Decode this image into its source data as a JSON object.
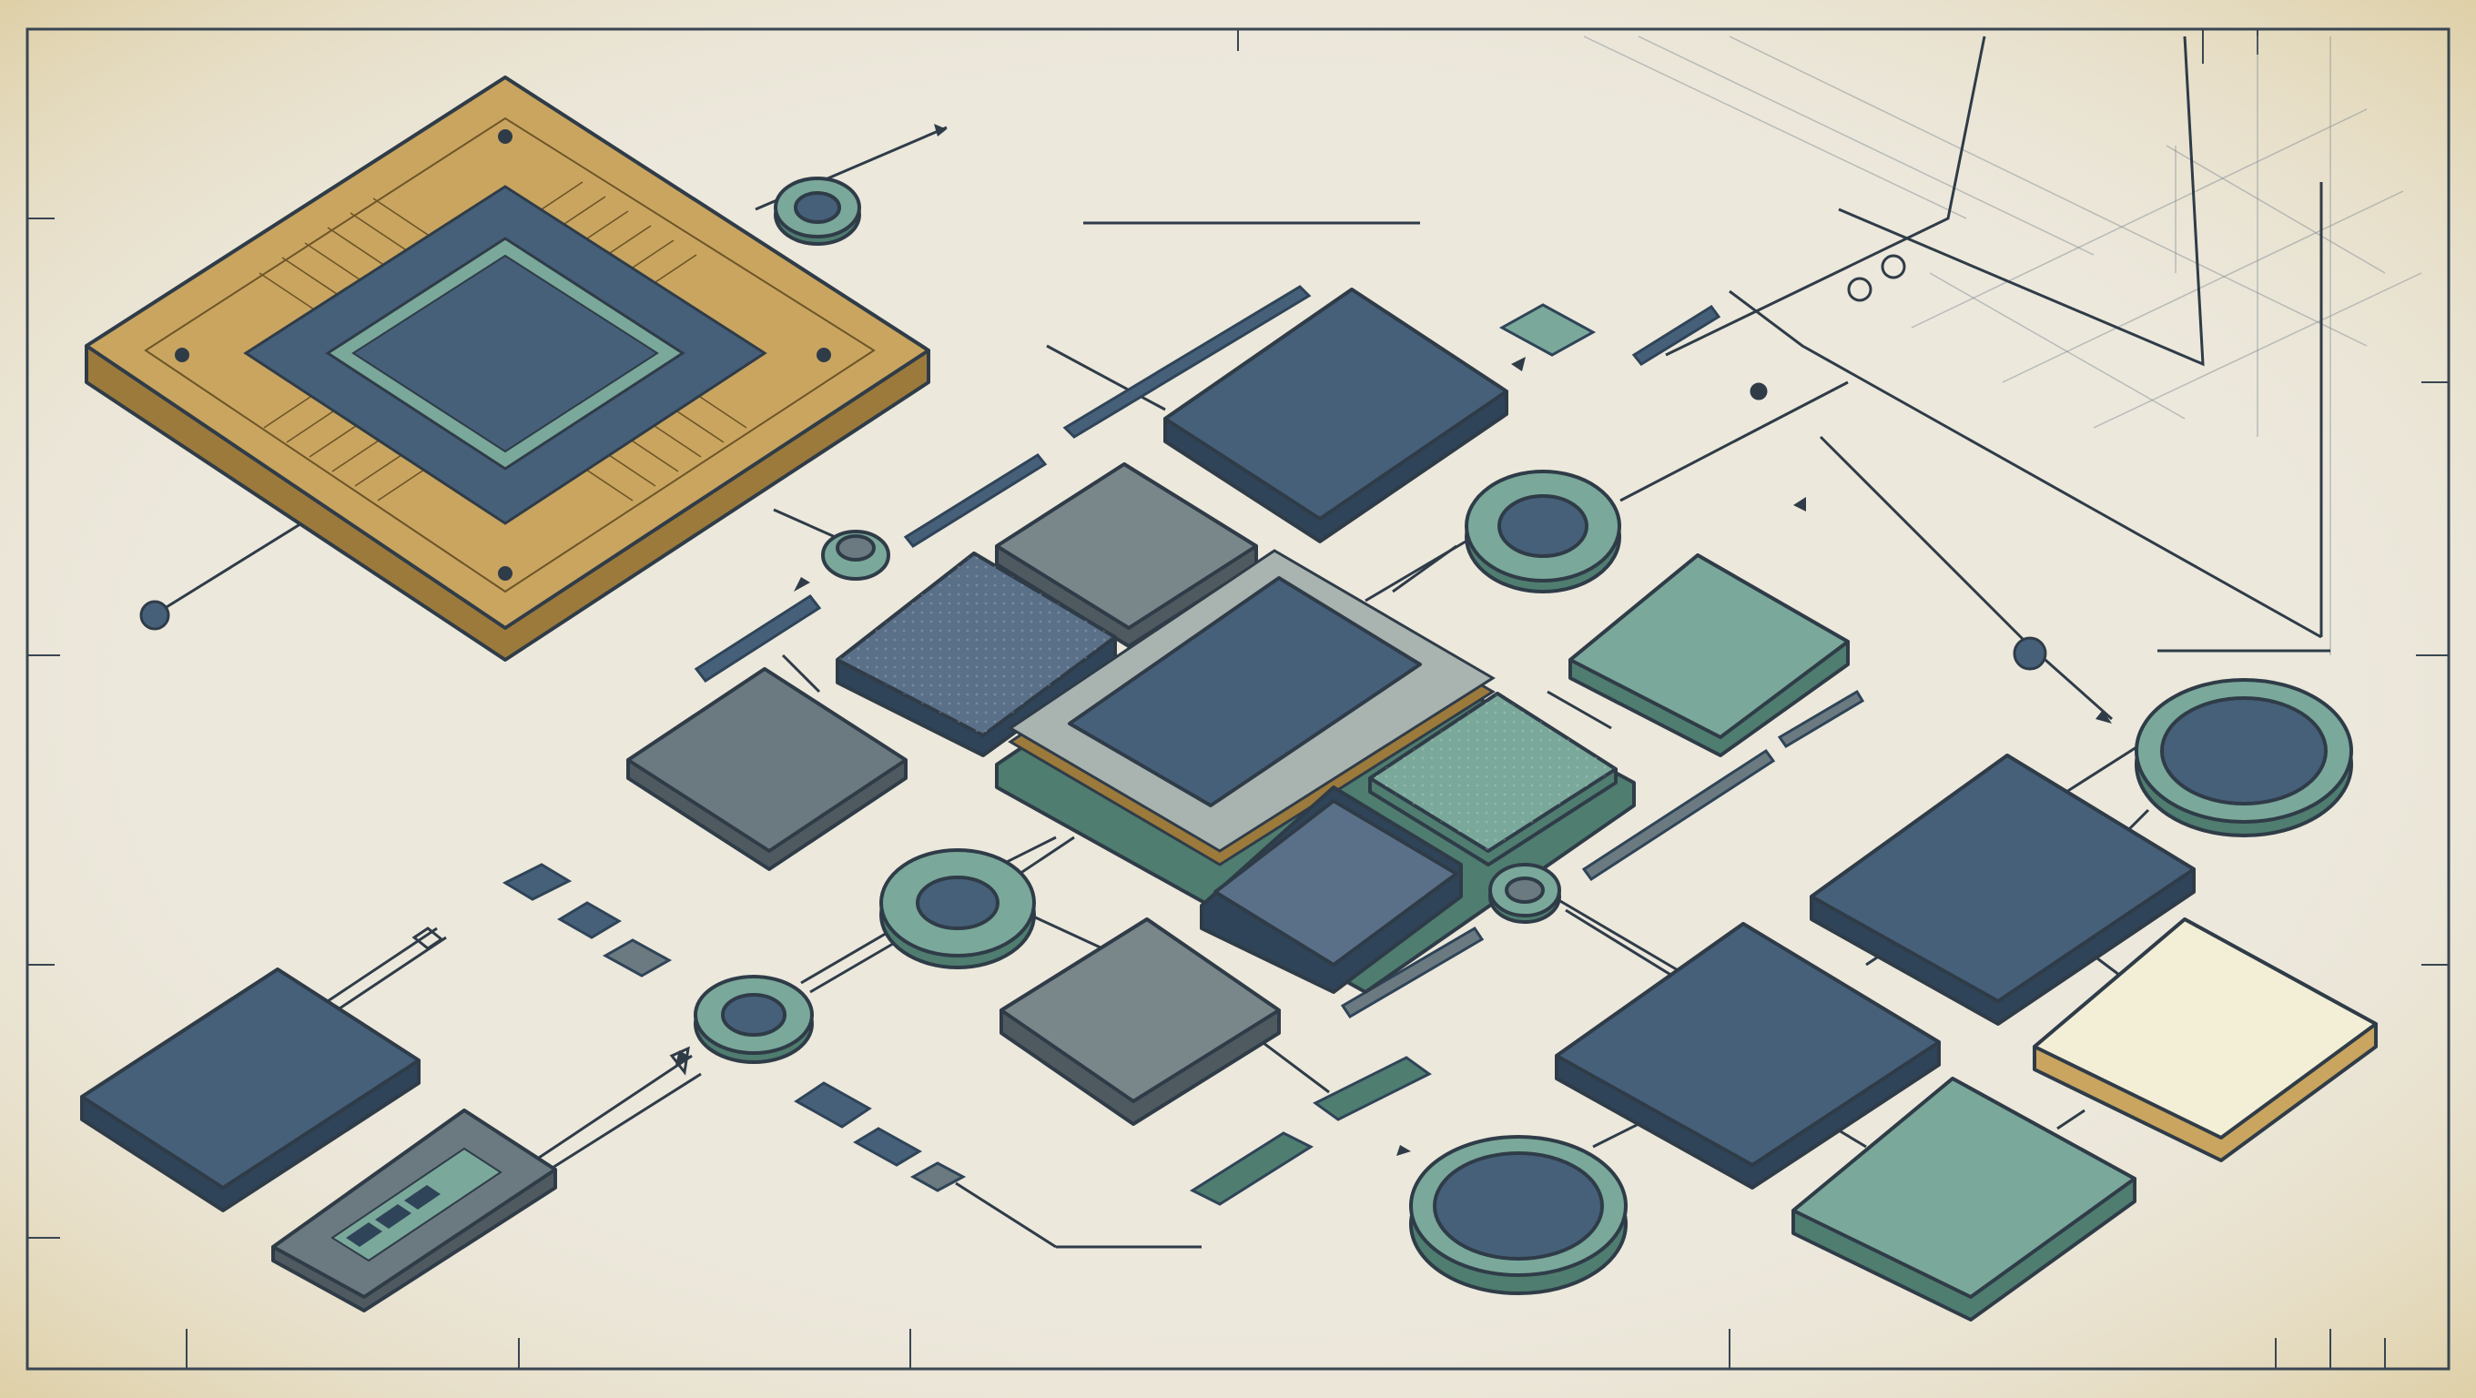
{
  "diagram": {
    "caption": "",
    "palette": {
      "paper": "#ece8dc",
      "paper_edge": "#d9c99a",
      "ink": "#2b3a4a",
      "navy": "#46607a",
      "navy_dark": "#2f4458",
      "slate": "#6b7a80",
      "teal": "#7aa89a",
      "teal_dark": "#4f7d70",
      "gold": "#c9a560",
      "gold_dark": "#9c7a3c",
      "cream": "#f3efd6"
    },
    "components": [
      {
        "id": "cpu-chip",
        "kind": "processor",
        "color": "gold"
      },
      {
        "id": "core-stack",
        "kind": "layered-block",
        "color": "navy"
      },
      {
        "id": "memory-block",
        "kind": "block",
        "color": "navy"
      },
      {
        "id": "cache-block",
        "kind": "block",
        "color": "teal"
      },
      {
        "id": "io-block",
        "kind": "block",
        "color": "slate"
      },
      {
        "id": "storage-block",
        "kind": "block",
        "color": "navy"
      },
      {
        "id": "highlight-block",
        "kind": "block",
        "color": "cream"
      },
      {
        "id": "bus-node",
        "kind": "junction",
        "color": "teal"
      }
    ]
  }
}
